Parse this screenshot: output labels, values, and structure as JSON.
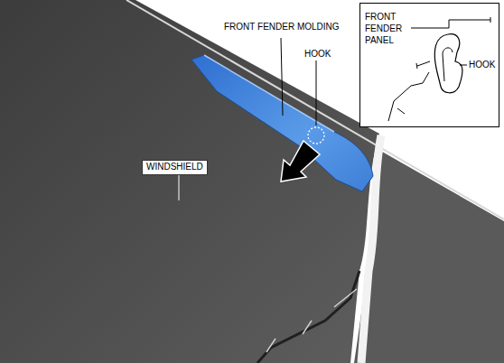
{
  "diagram": {
    "nodes": [
      {
        "text": [
          "FRONT FENDER PANEL",
          "HOOK"
        ]
      },
      {
        "text": [
          "WINDSHIELD"
        ]
      }
    ],
    "labels": [
      "FRONT FENDER MOLDING",
      "HOOK"
    ]
  }
}
